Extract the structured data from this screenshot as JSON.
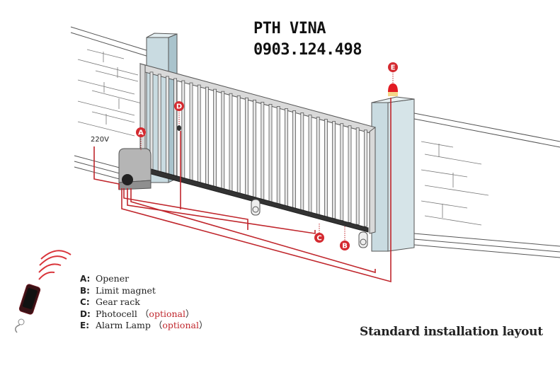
{
  "header": {
    "company": "PTH VINA",
    "phone": "0903.124.498"
  },
  "voltage_label": "220V",
  "markers": [
    "A",
    "B",
    "C",
    "D",
    "E"
  ],
  "legend": [
    {
      "key": "A",
      "label": "Opener",
      "optional": ""
    },
    {
      "key": "B",
      "label": "Limit magnet",
      "optional": ""
    },
    {
      "key": "C",
      "label": "Gear rack",
      "optional": ""
    },
    {
      "key": "D",
      "label": "Photocell",
      "optional": "optional"
    },
    {
      "key": "E",
      "label": "Alarm Lamp",
      "optional": "optional"
    }
  ],
  "caption": "Standard installation layout",
  "colors": {
    "wire": "#c0272d",
    "post": "#d3e1e6",
    "gate": "#cfcfcf"
  }
}
